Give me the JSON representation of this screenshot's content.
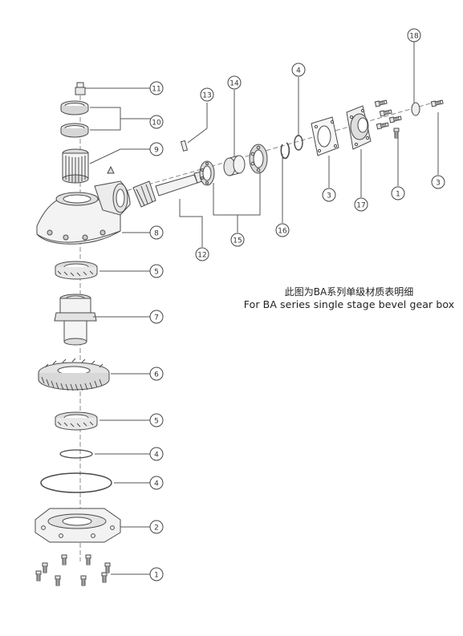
{
  "caption": {
    "zh": "此图为BA系列单级材质表明细",
    "en": "For BA series single stage bevel gear box"
  },
  "callouts": {
    "c1a": "1",
    "c1b": "1",
    "c2": "2",
    "c3a": "3",
    "c3b": "3",
    "c4a": "4",
    "c4b": "4",
    "c4c": "4",
    "c5a": "5",
    "c5b": "5",
    "c6": "6",
    "c7": "7",
    "c8": "8",
    "c9": "9",
    "c10": "10",
    "c11": "11",
    "c12": "12",
    "c13": "13",
    "c14": "14",
    "c15": "15",
    "c16": "16",
    "c17": "17",
    "c18": "18"
  },
  "colors": {
    "line": "#4a4a4a",
    "fill": "#f4f4f4",
    "shade": "#cfcfcf",
    "dark": "#6e6e6e"
  }
}
